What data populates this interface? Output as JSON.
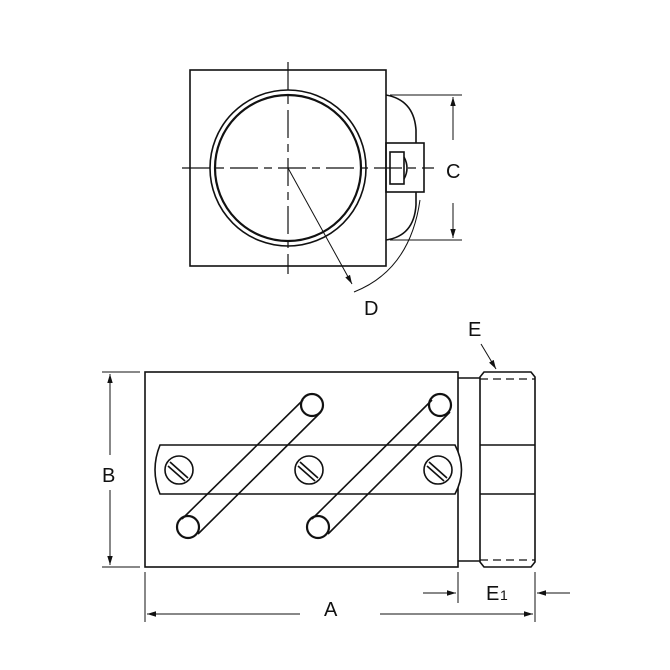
{
  "diagram": {
    "type": "technical-drawing",
    "subject": "Shaft collar / clamp with slotted screws (top view and side view)",
    "line_color": "#111111",
    "background": "#ffffff",
    "views": {
      "top": {
        "name": "top view"
      },
      "side": {
        "name": "side view"
      }
    },
    "dimensions": {
      "A": {
        "label": "A"
      },
      "B": {
        "label": "B"
      },
      "C": {
        "label": "C"
      },
      "D": {
        "label": "D"
      },
      "E": {
        "label": "E"
      },
      "E1": {
        "label": "E",
        "sub": "1"
      }
    }
  }
}
